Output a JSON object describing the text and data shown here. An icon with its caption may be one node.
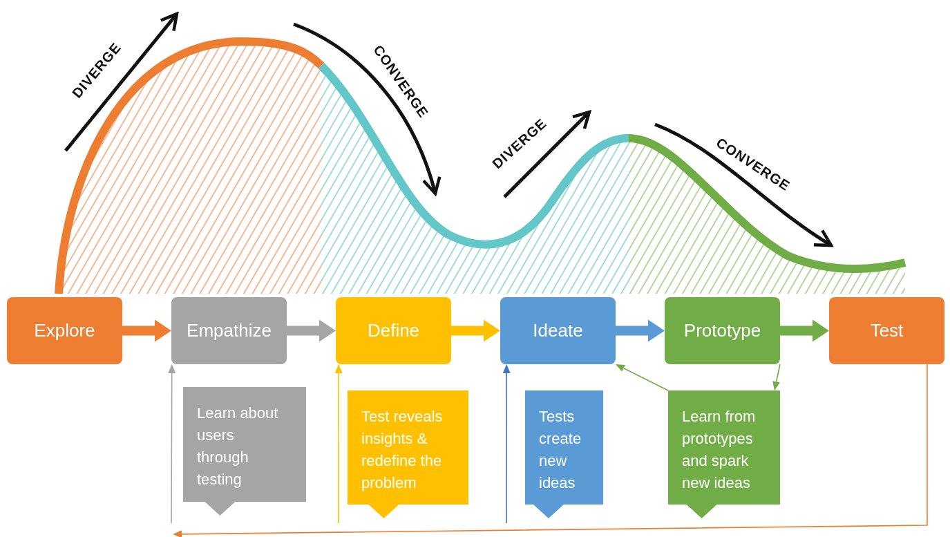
{
  "diagram": {
    "nodes": [
      {
        "text": [
          "Explore"
        ]
      },
      {
        "text": [
          "Empathize"
        ]
      },
      {
        "text": [
          "Define"
        ]
      },
      {
        "text": [
          "Ideate"
        ]
      },
      {
        "text": [
          "Prototype"
        ]
      },
      {
        "text": [
          "Test"
        ]
      },
      {
        "text": [
          "Learn about users through testing"
        ]
      },
      {
        "text": [
          "Test reveals insights & redefine the problem"
        ]
      },
      {
        "text": [
          "Tests create new ideas"
        ]
      },
      {
        "text": [
          "Learn from prototypes and spark new ideas"
        ]
      }
    ],
    "edges": [
      {
        "from": 0,
        "to": 1,
        "arrow": "to",
        "style": "thick",
        "color": "#ed7d31"
      },
      {
        "from": 1,
        "to": 2,
        "arrow": "to",
        "style": "thick",
        "color": "#a5a5a5"
      },
      {
        "from": 2,
        "to": 3,
        "arrow": "to",
        "style": "thick",
        "color": "#ffc000"
      },
      {
        "from": 3,
        "to": 4,
        "arrow": "to",
        "style": "thick",
        "color": "#5b9bd5"
      },
      {
        "from": 4,
        "to": 5,
        "arrow": "to",
        "style": "thick",
        "color": "#70ad47"
      },
      {
        "from": 5,
        "to": null,
        "arrow": "to",
        "color": "#ed7d31"
      },
      {
        "from": null,
        "to": 1,
        "arrow": "to",
        "color": "#a5a5a5"
      },
      {
        "from": null,
        "to": 2,
        "arrow": "to",
        "color": "#ffc000"
      },
      {
        "from": null,
        "to": 3,
        "arrow": "to",
        "color": "#4472c4"
      },
      {
        "from": 9,
        "to": 3,
        "arrow": "to",
        "color": "#70ad47"
      },
      {
        "from": 4,
        "to": 9,
        "arrow": "to",
        "color": "#70ad47"
      }
    ],
    "labels": [
      "DIVERGE",
      "CONVERGE",
      "DIVERGE",
      "CONVERGE"
    ]
  }
}
